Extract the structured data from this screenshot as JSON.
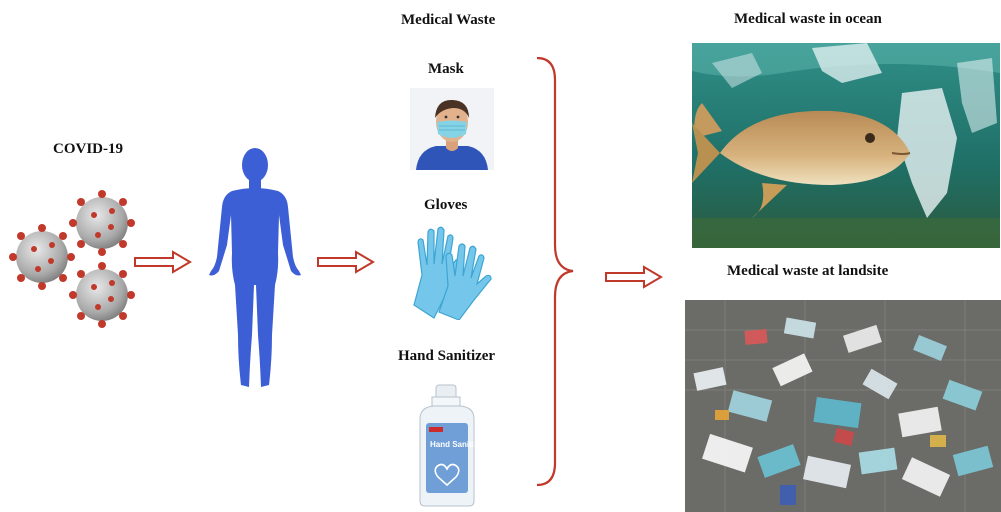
{
  "diagram": {
    "source_label": "COVID-19",
    "waste_heading": "Medical Waste",
    "items": [
      {
        "label": "Mask",
        "icon": "mask-wearer-icon"
      },
      {
        "label": "Gloves",
        "icon": "gloves-icon"
      },
      {
        "label": "Hand Sanitizer",
        "icon": "hand-sanitizer-icon"
      }
    ],
    "sanitizer_bottle_text": "Hand Sanitizer",
    "outcomes": [
      {
        "label": "Medical waste in ocean",
        "image": "fish-with-plastic-photo"
      },
      {
        "label": "Medical waste at landsite",
        "image": "waste-pile-photo"
      }
    ]
  },
  "colors": {
    "arrow": "#c0392b",
    "brace": "#c0392b",
    "body": "#3d5fd6",
    "virus": "#c0392b",
    "glove": "#6fc9ec",
    "ocean": "#2f8a7e"
  }
}
